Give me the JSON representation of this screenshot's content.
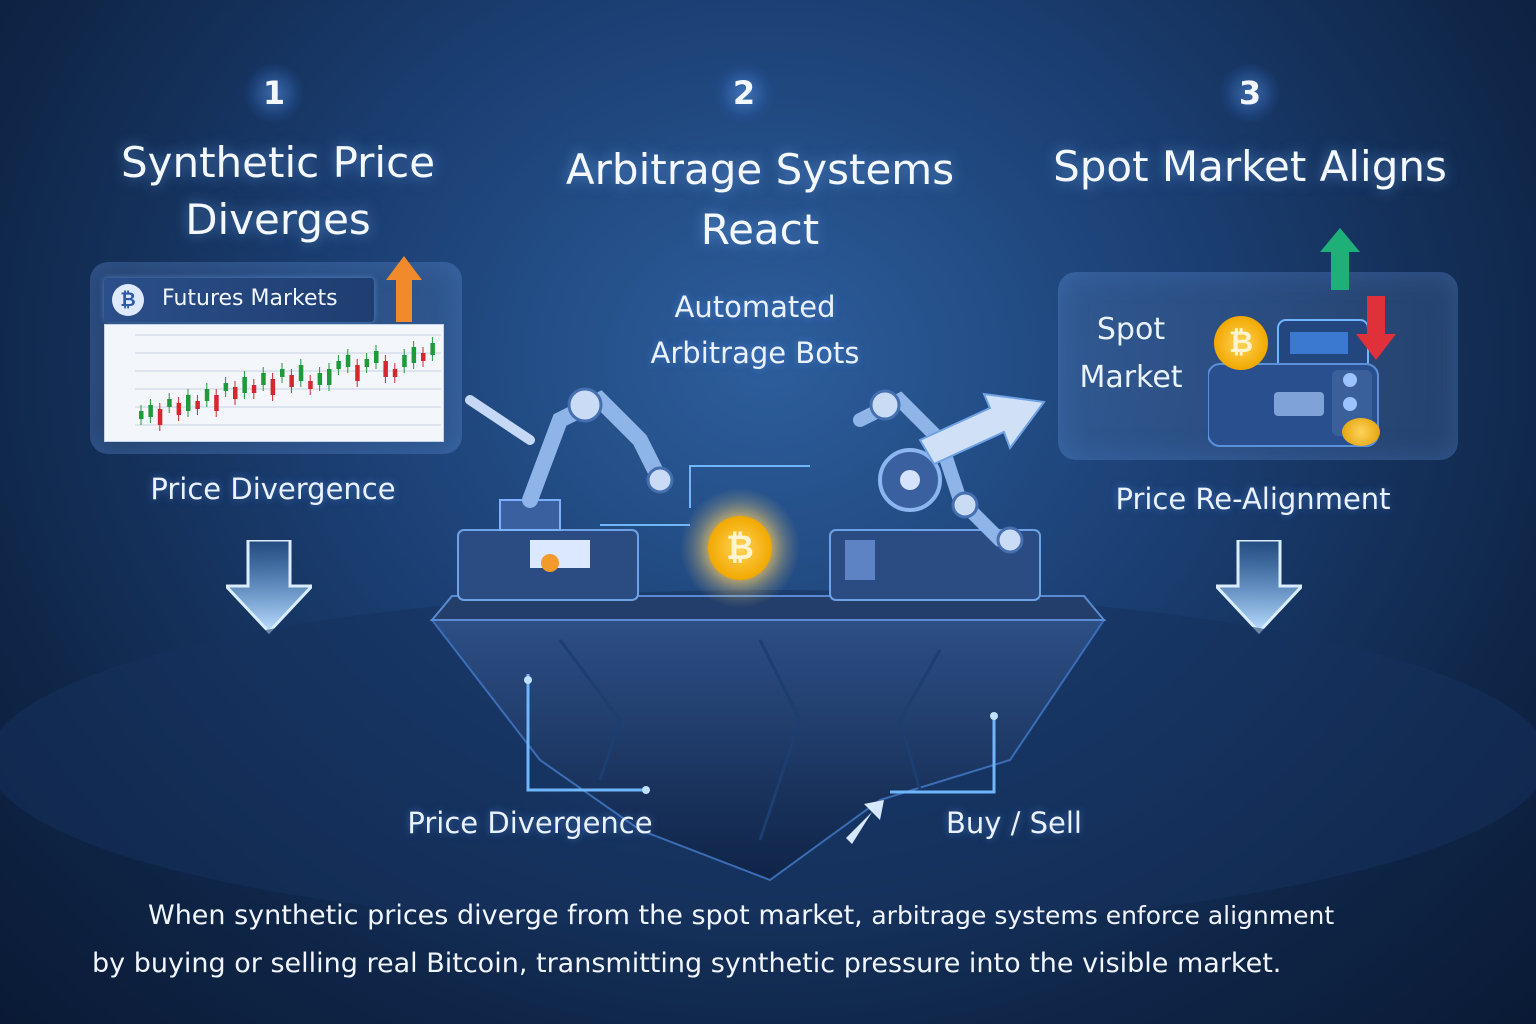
{
  "steps": [
    {
      "number": "1",
      "title_line1": "Synthetic Price",
      "title_line2": "Diverges",
      "panel_header": "Futures Markets",
      "label": "Price Divergence"
    },
    {
      "number": "2",
      "title_line1": "Arbitrage Systems",
      "title_line2": "React",
      "subtitle_line1": "Automated",
      "subtitle_line2": "Arbitrage Bots"
    },
    {
      "number": "3",
      "title_line1": "Spot Market Aligns",
      "panel_label_line1": "Spot",
      "panel_label_line2": "Market",
      "label": "Price Re-Alignment"
    }
  ],
  "bottom_labels": {
    "left": "Price Divergence",
    "right": "Buy / Sell"
  },
  "caption": {
    "line1a": "When synthetic prices diverge from the spot market,",
    "line1b": "arbitrage systems enforce alignment",
    "line2": "by buying or selling real Bitcoin, transmitting synthetic pressure into the visible market."
  },
  "icons": [
    "bitcoin-icon",
    "up-arrow-icon",
    "down-arrow-icon",
    "robot-arm-icon",
    "wallet-icon"
  ],
  "colors": {
    "accent_blue": "#6fb6ff",
    "up_orange": "#f08a2a",
    "up_green": "#1fb07a",
    "down_red": "#e0303a",
    "bitcoin_gold": "#f2a900"
  }
}
